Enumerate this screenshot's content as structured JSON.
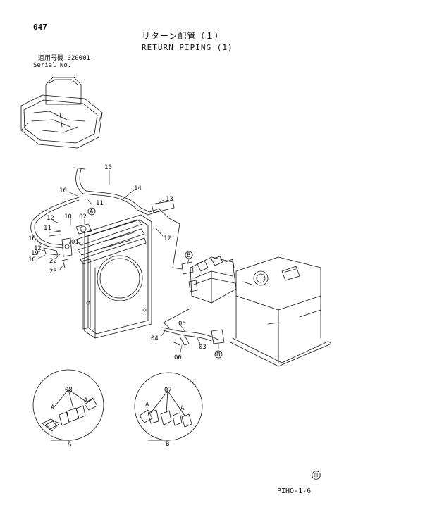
{
  "page_number": "047",
  "title_jp": "リターン配管（１）",
  "title_en": "RETURN PIPING (1)",
  "serial_label_jp": "適用号機 020001-",
  "serial_label_en": "Serial No.",
  "footer_code": "PIHO-1-6",
  "part_numbers": [
    "10",
    "14",
    "16",
    "11",
    "13",
    "12",
    "10",
    "02",
    "11",
    "12",
    "16",
    "01",
    "19",
    "22",
    "10",
    "23",
    "12",
    "05",
    "04",
    "03",
    "06",
    "08",
    "07"
  ],
  "callouts": {
    "A": "A",
    "B": "B"
  },
  "detail_labels": {
    "detail_a": "A",
    "detail_b": "B"
  },
  "logo_text": "H",
  "colors": {
    "line": "#111111",
    "background": "#ffffff"
  }
}
